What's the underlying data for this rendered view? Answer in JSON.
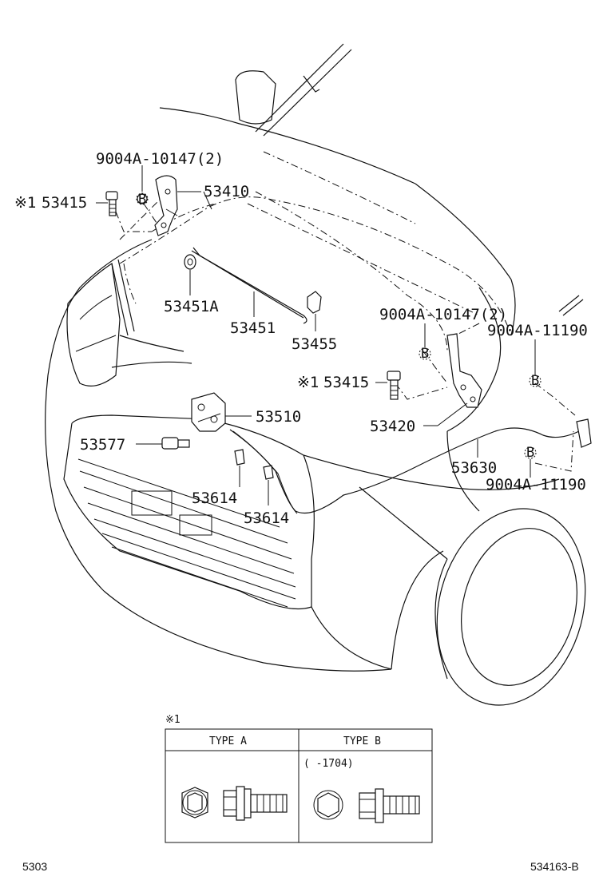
{
  "labels": {
    "p9004a_10147_top": "9004A-10147(2)",
    "p53415_top": "53415",
    "p53415_top_mark": "※1",
    "p53410": "53410",
    "p53451a": "53451A",
    "p53451": "53451",
    "p53455": "53455",
    "p9004a_10147_right": "9004A-10147(2)",
    "p9004a_11190_top": "9004A-11190",
    "p53415_right": "53415",
    "p53415_right_mark": "※1",
    "p53420": "53420",
    "p53510": "53510",
    "p53577": "53577",
    "p53630": "53630",
    "p9004a_11190_bottom": "9004A-11190",
    "p53614_left": "53614",
    "p53614_right": "53614",
    "b_mark": "B"
  },
  "legend": {
    "mark": "※1",
    "type_a": "TYPE A",
    "type_b": "TYPE B",
    "type_b_range": "(      -1704)"
  },
  "footer": {
    "left": "5303",
    "right": "534163-B"
  }
}
